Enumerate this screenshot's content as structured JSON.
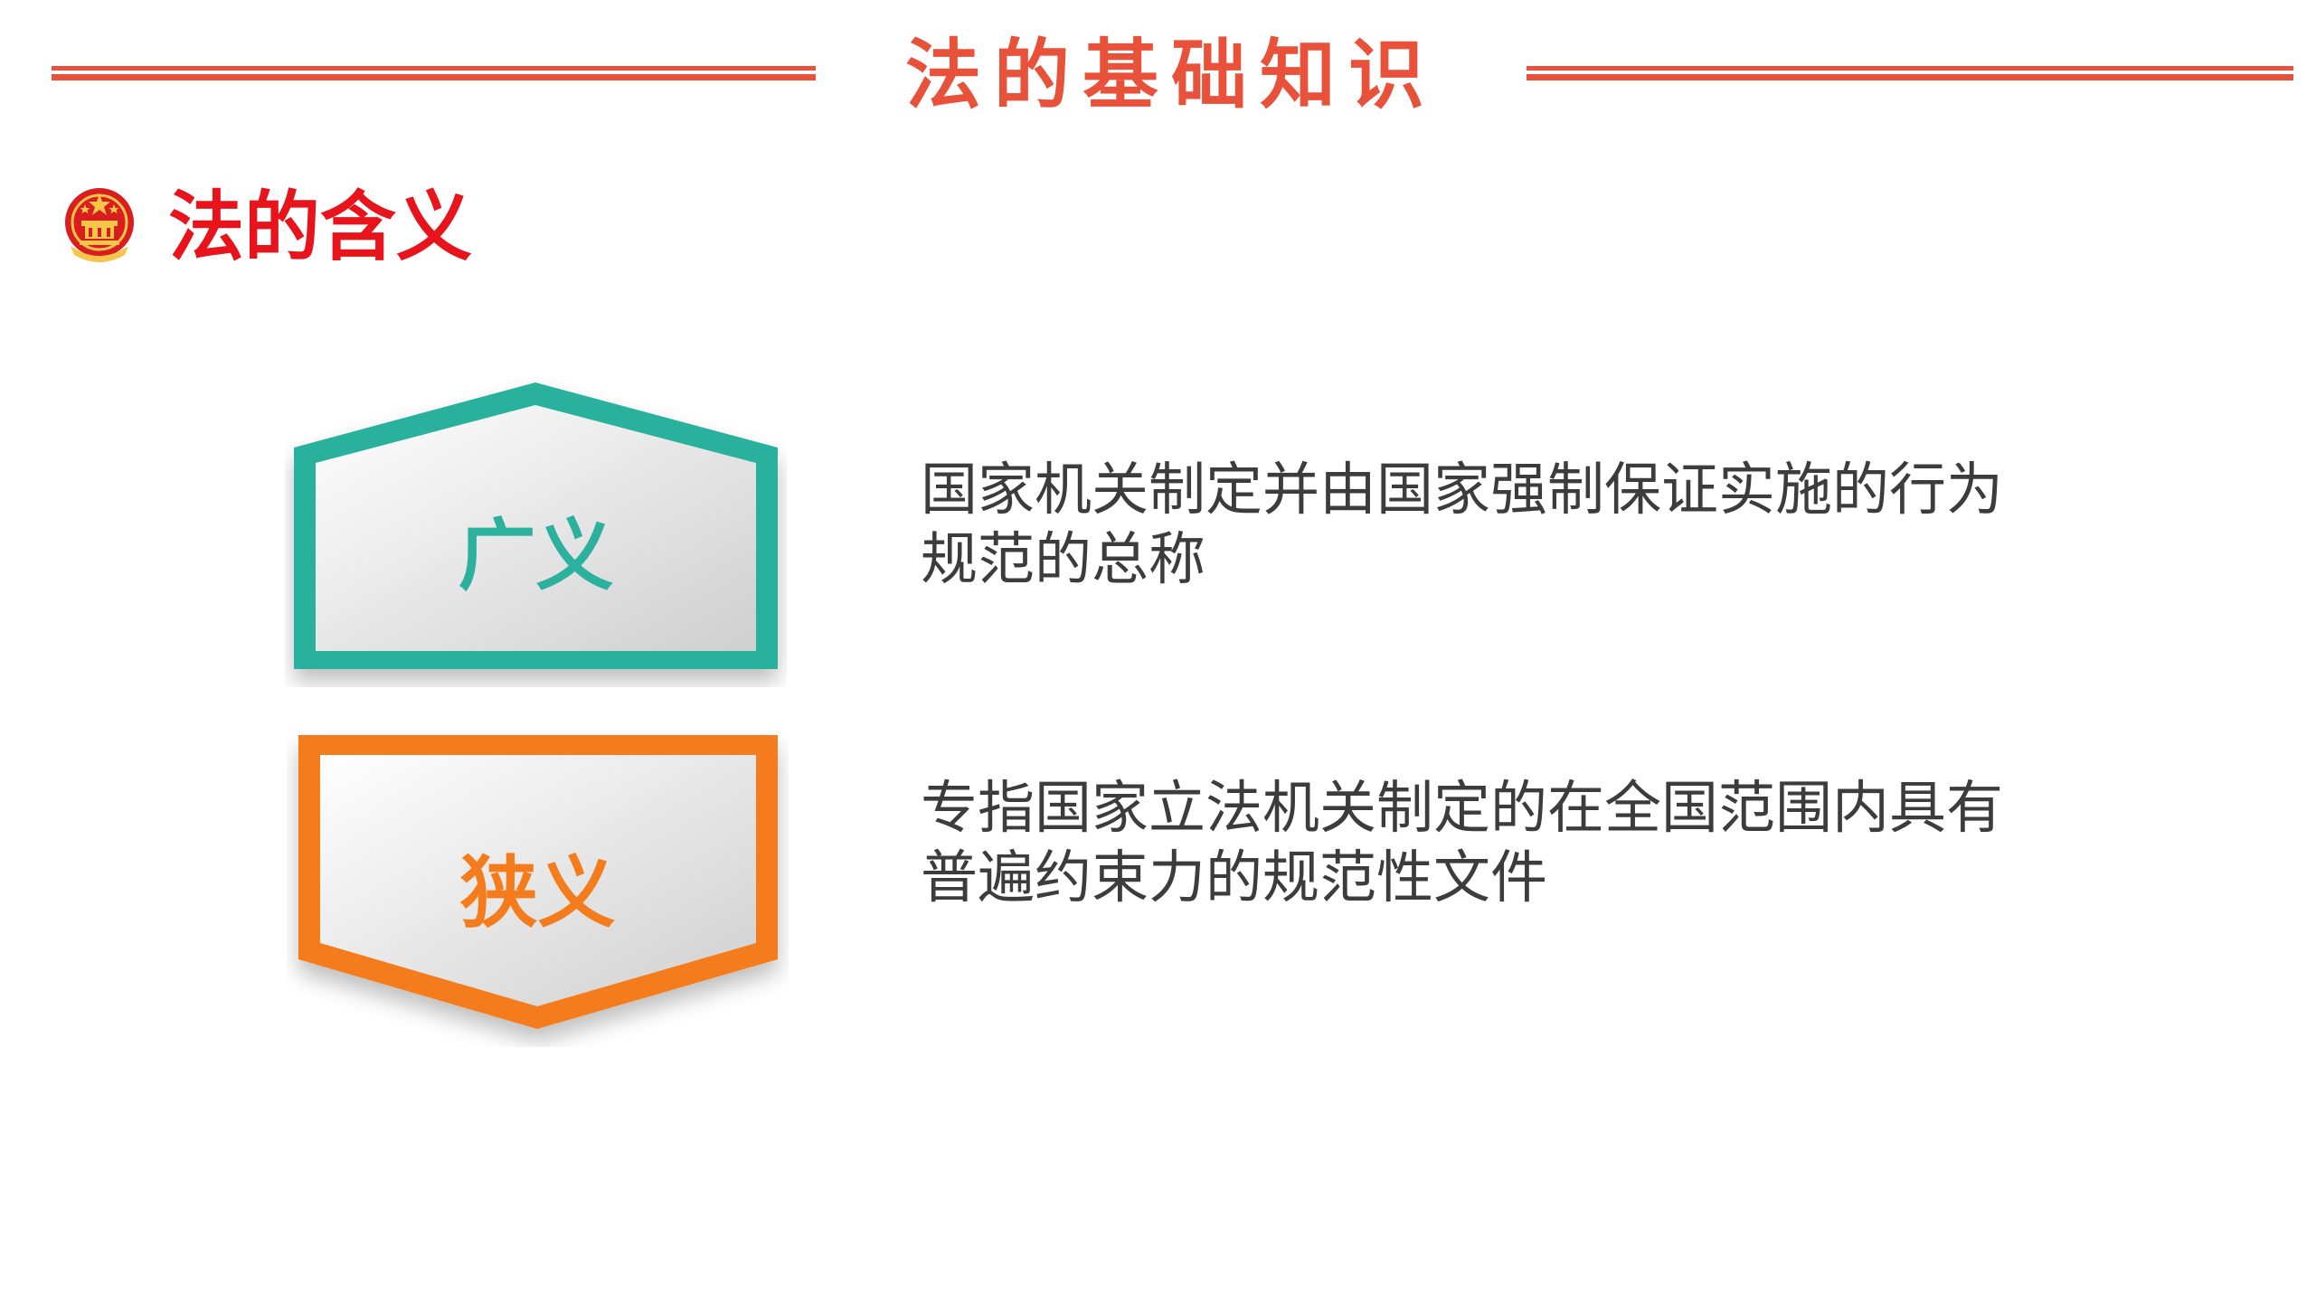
{
  "header": {
    "title": "法的基础知识"
  },
  "section": {
    "title": "法的含义",
    "icon": "national-emblem-icon"
  },
  "definitions": [
    {
      "label": "广义",
      "text": "国家机关制定并由国家强制保证实施的行为规范的总称"
    },
    {
      "label": "狭义",
      "text": "专指国家立法机关制定的在全国范围内具有普遍约束力的规范性文件"
    }
  ],
  "colors": {
    "title": "#e8523a",
    "section_title": "#e8141c",
    "rule": "#e8523a",
    "broad_accent": "#2bb19e",
    "narrow_accent": "#f57c1c",
    "emblem": "#d81e1e",
    "text": "#3c3c3c"
  }
}
